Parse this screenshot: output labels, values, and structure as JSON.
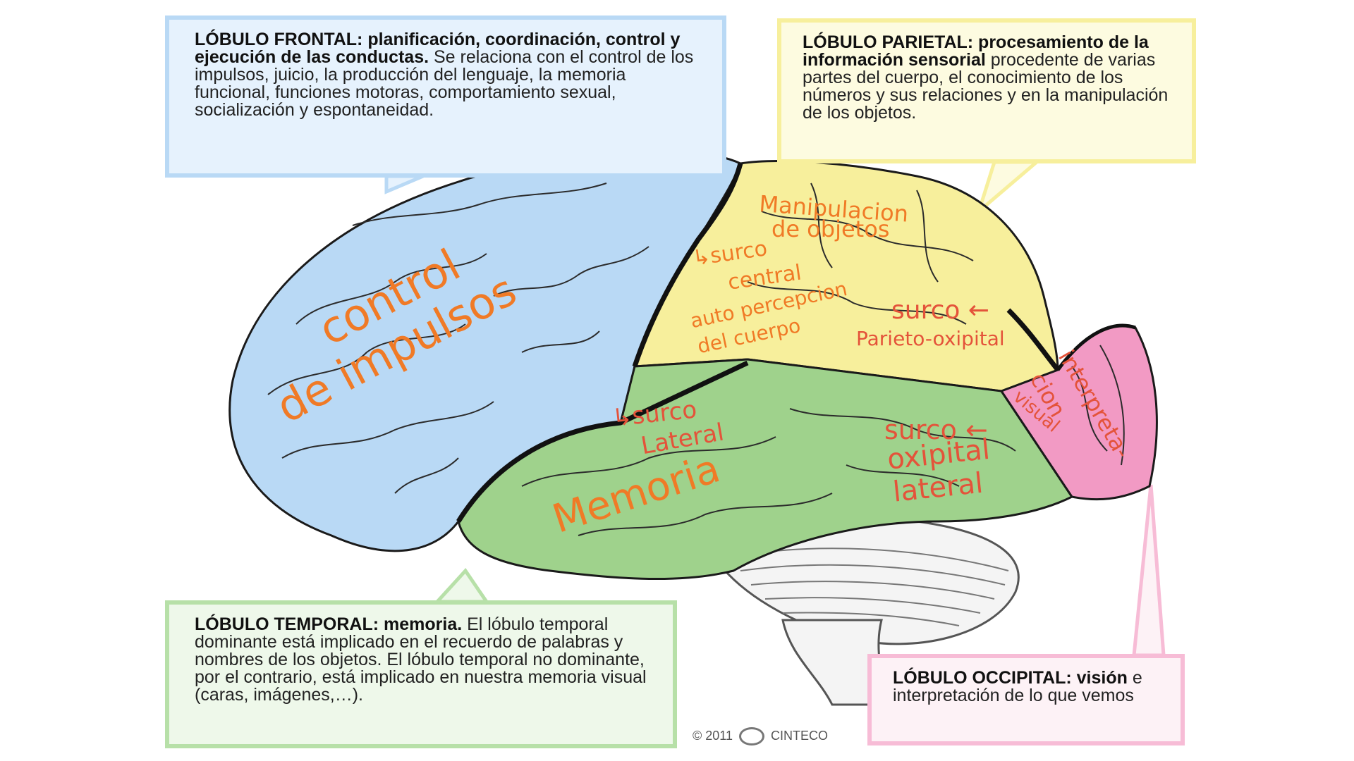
{
  "frontal": {
    "title": "LÓBULO FRONTAL: planificación, coordinación, control y ejecución de las conductas.",
    "body": " Se relaciona con el control de los impulsos,  juicio, la producción del lenguaje, la memoria funcional, funciones motoras, comportamiento sexual, socialización y espontaneidad.",
    "color": "#b9d9f5"
  },
  "parietal": {
    "title": "LÓBULO PARIETAL: procesamiento de la información sensorial",
    "body": " procedente de varias partes del cuerpo, el conocimiento de los números y sus relaciones y en la manipulación de los objetos.",
    "color": "#f7ef9c"
  },
  "temporal": {
    "title": "LÓBULO TEMPORAL: memoria.",
    "body": " El lóbulo temporal dominante está implicado en el recuerdo de palabras y nombres de los objetos. El lóbulo temporal no dominante, por el contrario, está implicado en nuestra memoria visual (caras, imágenes,…).",
    "color": "#9fd28c"
  },
  "occipital": {
    "title": "LÓBULO OCCIPITAL: visión",
    "body": " e interpretación de lo que vemos",
    "color": "#f29ac4"
  },
  "copyright": {
    "year": "© 2011",
    "brand": "CINTECO"
  },
  "annotations": {
    "control": "control",
    "impulsos": "de impulsos",
    "manipulacion": "Manipulacion",
    "de_objetos": "de objetos",
    "surco_central": "↳surco",
    "central": "central",
    "auto_percepcion": "auto percepcion",
    "del_cuerpo": "del cuerpo",
    "surco_parieto": "surco ←",
    "parieto_oxipital": "Parieto-oxipital",
    "interpretacion": "interpreta-",
    "cion": "cion",
    "visual": "visual",
    "surco_lateral": "↳surco",
    "lateral": "Lateral",
    "memoria": "Memoria",
    "surco_oxipital": "surco ←",
    "oxipital": "oxipital",
    "lateral2": "lateral"
  }
}
